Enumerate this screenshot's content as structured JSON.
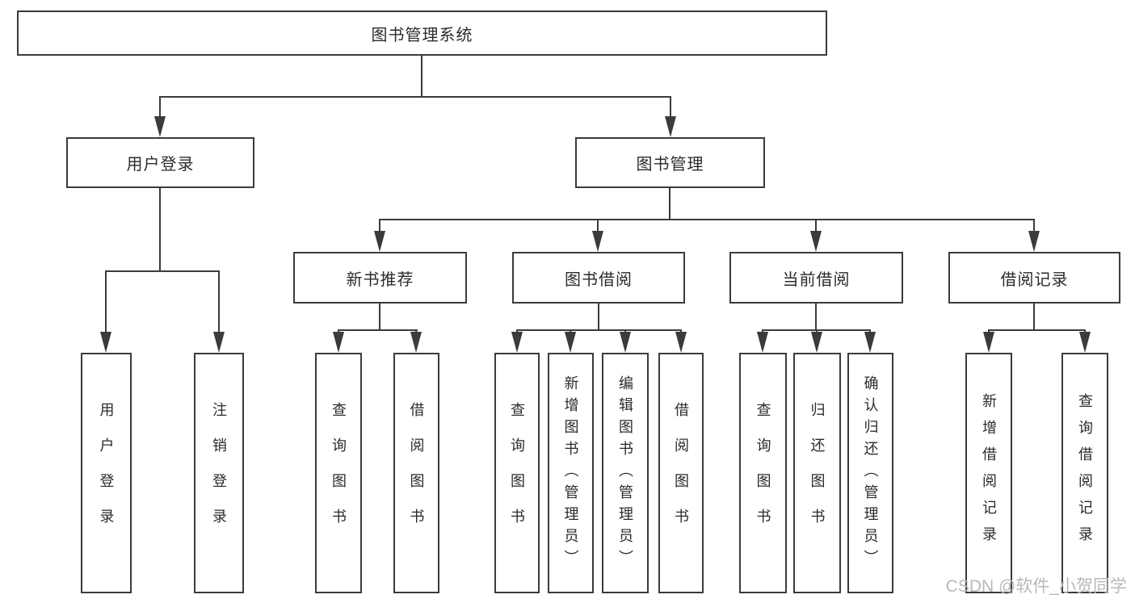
{
  "diagram_title": "图书管理系统",
  "colors": {
    "line": "#3b3b3b",
    "text": "#2b2b2b",
    "background": "#ffffff",
    "watermark": "#b9b9b9"
  },
  "nodes": {
    "root": "图书管理系统",
    "level2": [
      "用户登录",
      "图书管理"
    ],
    "level3": [
      "新书推荐",
      "图书借阅",
      "当前借阅",
      "借阅记录"
    ],
    "leaves_user_login": [
      "用户登录",
      "注销登录"
    ],
    "leaves_new_book": [
      "查询图书",
      "借阅图书"
    ],
    "leaves_book_borrow": [
      "查询图书",
      "新增图书（管理员）",
      "编辑图书（管理员）",
      "借阅图书"
    ],
    "leaves_current_borrow": [
      "查询图书",
      "归还图书",
      "确认归还（管理员）"
    ],
    "leaves_borrow_record": [
      "新增借阅记录",
      "查询借阅记录"
    ]
  },
  "watermark": "CSDN @软件_小贺同学"
}
